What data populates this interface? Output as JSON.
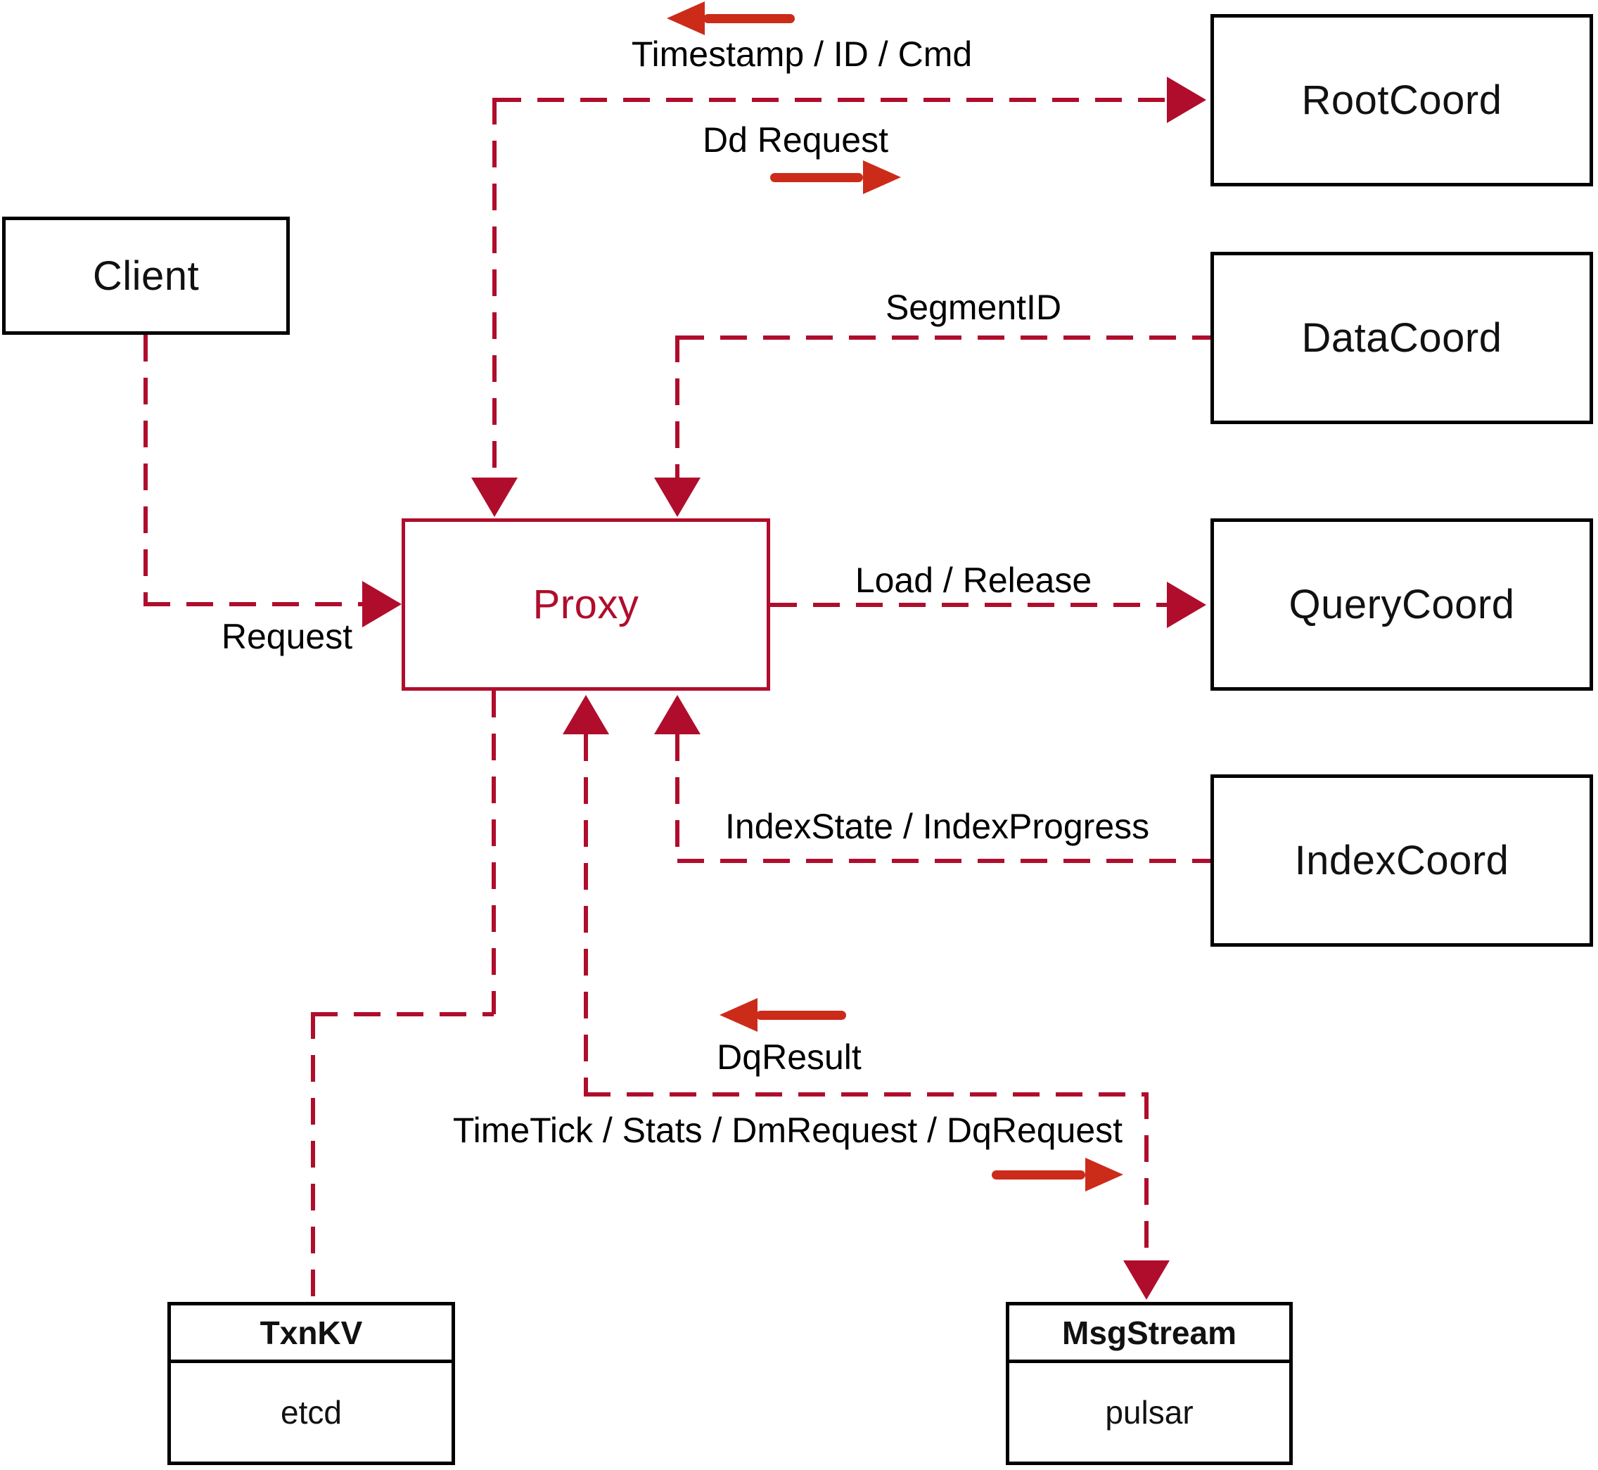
{
  "diagram": {
    "nodes": {
      "client": {
        "label": "Client"
      },
      "proxy": {
        "label": "Proxy"
      },
      "rootcoord": {
        "label": "RootCoord"
      },
      "datacoord": {
        "label": "DataCoord"
      },
      "querycoord": {
        "label": "QueryCoord"
      },
      "indexcoord": {
        "label": "IndexCoord"
      },
      "txnkv": {
        "title": "TxnKV",
        "subtitle": "etcd"
      },
      "msgstream": {
        "title": "MsgStream",
        "subtitle": "pulsar"
      }
    },
    "edge_labels": {
      "timestamp_id_cmd": "Timestamp / ID / Cmd",
      "dd_request": "Dd Request",
      "segment_id": "SegmentID",
      "load_release": "Load / Release",
      "index_state_progress": "IndexState / IndexProgress",
      "request": "Request",
      "dq_result": "DqResult",
      "timetick_stats": "TimeTick / Stats / DmRequest / DqRequest"
    },
    "colors": {
      "connector_red": "#b00d2c",
      "solid_arrow_red": "#cc2b1a",
      "node_border": "#000000",
      "label_text": "#000000",
      "background": "#ffffff"
    }
  }
}
